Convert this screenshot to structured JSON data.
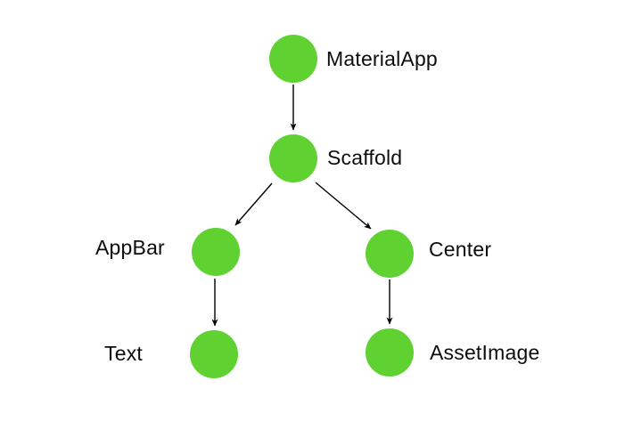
{
  "diagram": {
    "type": "tree",
    "description": "Flutter widget tree diagram",
    "background_color": "#ffffff",
    "node_color": "#5fd232",
    "edge_color": "#000000",
    "label_color": "#0d0d0d",
    "nodes": [
      {
        "id": "materialapp",
        "label": "MaterialApp",
        "label_side": "right"
      },
      {
        "id": "scaffold",
        "label": "Scaffold",
        "label_side": "right"
      },
      {
        "id": "appbar",
        "label": "AppBar",
        "label_side": "left"
      },
      {
        "id": "center",
        "label": "Center",
        "label_side": "right"
      },
      {
        "id": "text",
        "label": "Text",
        "label_side": "left"
      },
      {
        "id": "assetimage",
        "label": "AssetImage",
        "label_side": "right"
      }
    ],
    "edges": [
      {
        "from": "MaterialApp",
        "to": "Scaffold"
      },
      {
        "from": "Scaffold",
        "to": "AppBar"
      },
      {
        "from": "Scaffold",
        "to": "Center"
      },
      {
        "from": "AppBar",
        "to": "Text"
      },
      {
        "from": "Center",
        "to": "AssetImage"
      }
    ]
  }
}
